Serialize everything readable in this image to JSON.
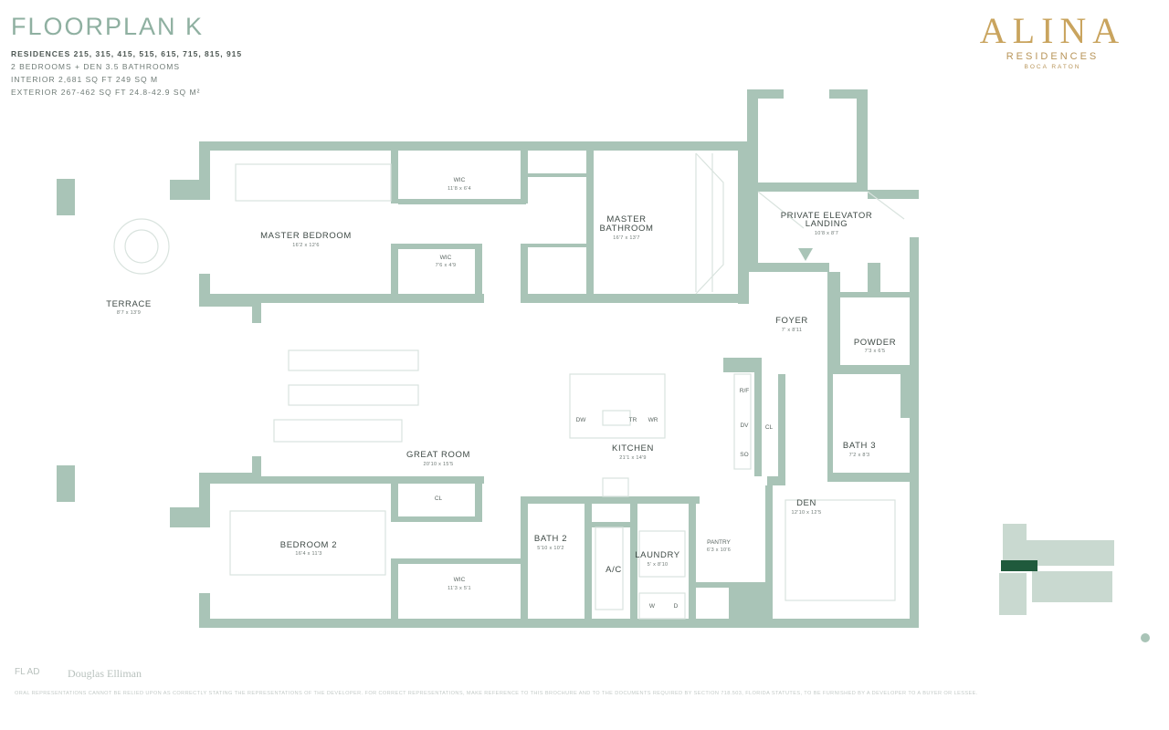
{
  "header": {
    "title": "FLOORPLAN K",
    "residences": "RESIDENCES 215, 315, 415, 515, 615, 715, 815, 915",
    "rooms_summary": "2 BEDROOMS + DEN   3.5 BATHROOMS",
    "interior": "INTERIOR 2,681 SQ FT   249 SQ M",
    "exterior": "EXTERIOR 267-462 SQ FT   24.8-42.9 SQ M²"
  },
  "brand": {
    "name": "ALINA",
    "subtitle": "RESIDENCES",
    "location": "BOCA RATON"
  },
  "rooms": {
    "master_bedroom": {
      "name": "MASTER BEDROOM",
      "dim": "16'2 x 12'6"
    },
    "wic_top": {
      "name": "WIC",
      "dim": "11'8 x 6'4"
    },
    "wic_master": {
      "name": "WIC",
      "dim": "7'6 x 4'9"
    },
    "master_bathroom_1": "MASTER",
    "master_bathroom_2": "BATHROOM",
    "master_bathroom_dim": "16'7 x 13'7",
    "elevator_1": "PRIVATE ELEVATOR",
    "elevator_2": "LANDING",
    "elevator_dim": "10'8 x 8'7",
    "terrace": {
      "name": "TERRACE",
      "dim": "8'7 x 13'9"
    },
    "foyer": {
      "name": "FOYER",
      "dim": "7' x 8'11"
    },
    "powder": {
      "name": "POWDER",
      "dim": "7'3 x 6'5"
    },
    "great_room": {
      "name": "GREAT ROOM",
      "dim": "20'10 x 15'5"
    },
    "kitchen": {
      "name": "KITCHEN",
      "dim": "21'1 x 14'9"
    },
    "bath3": {
      "name": "BATH 3",
      "dim": "7'2 x 8'3"
    },
    "den": {
      "name": "DEN",
      "dim": "12'10 x 12'5"
    },
    "bedroom2": {
      "name": "BEDROOM 2",
      "dim": "16'4 x 11'3"
    },
    "wic_bed2": {
      "name": "WIC",
      "dim": "11'3 x 5'1"
    },
    "bath2": {
      "name": "BATH 2",
      "dim": "5'10 x 10'2"
    },
    "ac": "A/C",
    "laundry": {
      "name": "LAUNDRY",
      "dim": "5' x 8'10"
    },
    "pantry": {
      "name": "PANTRY",
      "dim": "6'3 x 10'6"
    }
  },
  "fixtures": {
    "dw": "DW",
    "tr": "TR",
    "wr": "WR",
    "rf": "R/F",
    "dv": "DV",
    "so": "SO",
    "cl_hall": "CL",
    "cl_bed2": "CL",
    "washer": "W",
    "dryer": "D"
  },
  "footer": {
    "logo_left": "FL AD",
    "logo_right": "Douglas Elliman",
    "disclaimer": "ORAL REPRESENTATIONS CANNOT BE RELIED UPON AS CORRECTLY STATING THE REPRESENTATIONS OF THE DEVELOPER. FOR CORRECT REPRESENTATIONS, MAKE REFERENCE TO THIS BROCHURE AND TO THE DOCUMENTS REQUIRED BY SECTION 718.503, FLORIDA STATUTES, TO BE FURNISHED BY A DEVELOPER TO A BUYER OR LESSEE."
  },
  "colors": {
    "wall": "#a9c4b7",
    "accent_gold": "#c9a45e",
    "highlight": "#1f5a3c",
    "keyplan": "#c9d9d0"
  }
}
